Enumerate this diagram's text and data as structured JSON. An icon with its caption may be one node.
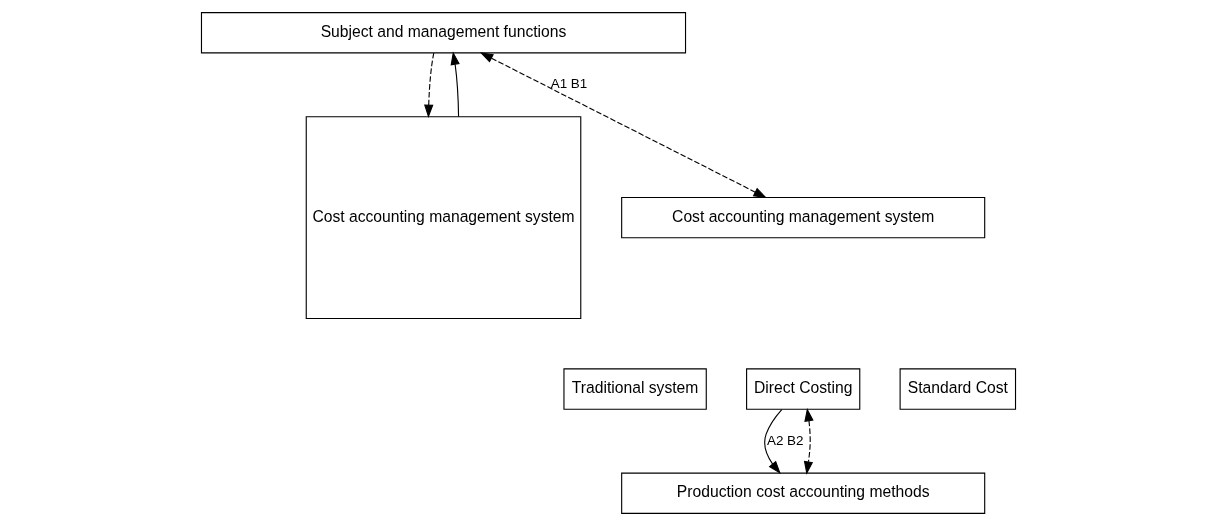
{
  "diagram": {
    "nodes": [
      {
        "text": [
          "Subject and management functions"
        ]
      },
      {
        "text": [
          "Cost accounting management system"
        ]
      },
      {
        "text": [
          "Cost accounting management system"
        ]
      },
      {
        "text": [
          "Traditional system"
        ]
      },
      {
        "text": [
          "Direct Costing"
        ]
      },
      {
        "text": [
          "Standard Cost"
        ]
      },
      {
        "text": [
          "Production cost accounting methods"
        ]
      }
    ],
    "edges": [
      {
        "from": 1,
        "to": 0,
        "arrow": "to"
      },
      {
        "from": 0,
        "to": 1,
        "arrow": "to",
        "style": "dashed"
      },
      {
        "from": 0,
        "to": 2,
        "arrow": "both",
        "style": "dashed",
        "label": "A1 B1"
      },
      {
        "from": 4,
        "to": 6,
        "arrow": "to",
        "label": "A2 B2"
      },
      {
        "from": 4,
        "to": 6,
        "arrow": "both",
        "style": "dashed"
      }
    ]
  }
}
